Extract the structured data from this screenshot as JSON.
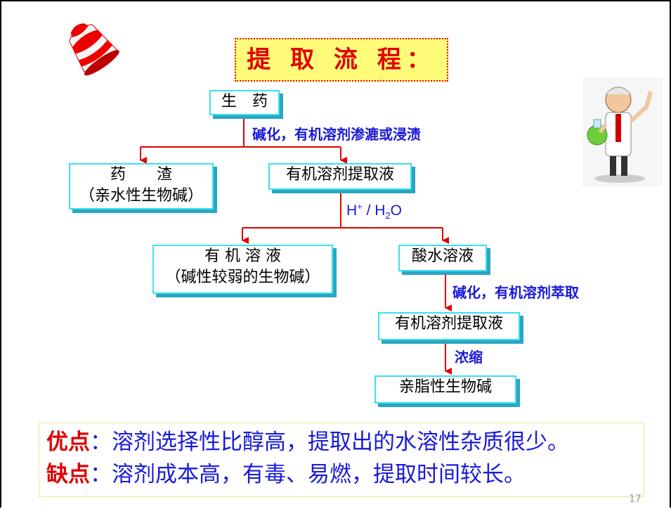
{
  "title": "提 取 流 程：",
  "nodes": {
    "raw_drug": "生　药",
    "residue_line1": "药　　渣",
    "residue_line2": "（亲水性生物碱）",
    "organic_extract": "有机溶剂提取液",
    "organic_solution_line1": "有 机 溶 液",
    "organic_solution_line2": "（碱性较弱的生物碱）",
    "acid_water": "酸水溶液",
    "organic_extract_2": "有机溶剂提取液",
    "lipophilic": "亲脂性生物碱"
  },
  "edge_labels": {
    "step1": "碱化，有机溶剂渗漉或浸渍",
    "step2_h": "H",
    "step2_plus": "+",
    "step2_slash": " / H",
    "step2_sub": "2",
    "step2_o": "O",
    "step3": "碱化，有机溶剂萃取",
    "step4": "浓缩"
  },
  "summary": {
    "pros_label": "优点",
    "pros_text": "：溶剂选择性比醇高，提取出的水溶性杂质很少。",
    "cons_label": "缺点",
    "cons_text": "：溶剂成本高，有毒、易燃，提取时间较长。"
  },
  "page_number": "17",
  "icons": [
    "bell-icon",
    "scientist-icon"
  ],
  "colors": {
    "arrow": "#e00000",
    "label_blue": "#1a1ad8",
    "box_border": "#39e0f0",
    "title_bg": "#fffc7a"
  }
}
